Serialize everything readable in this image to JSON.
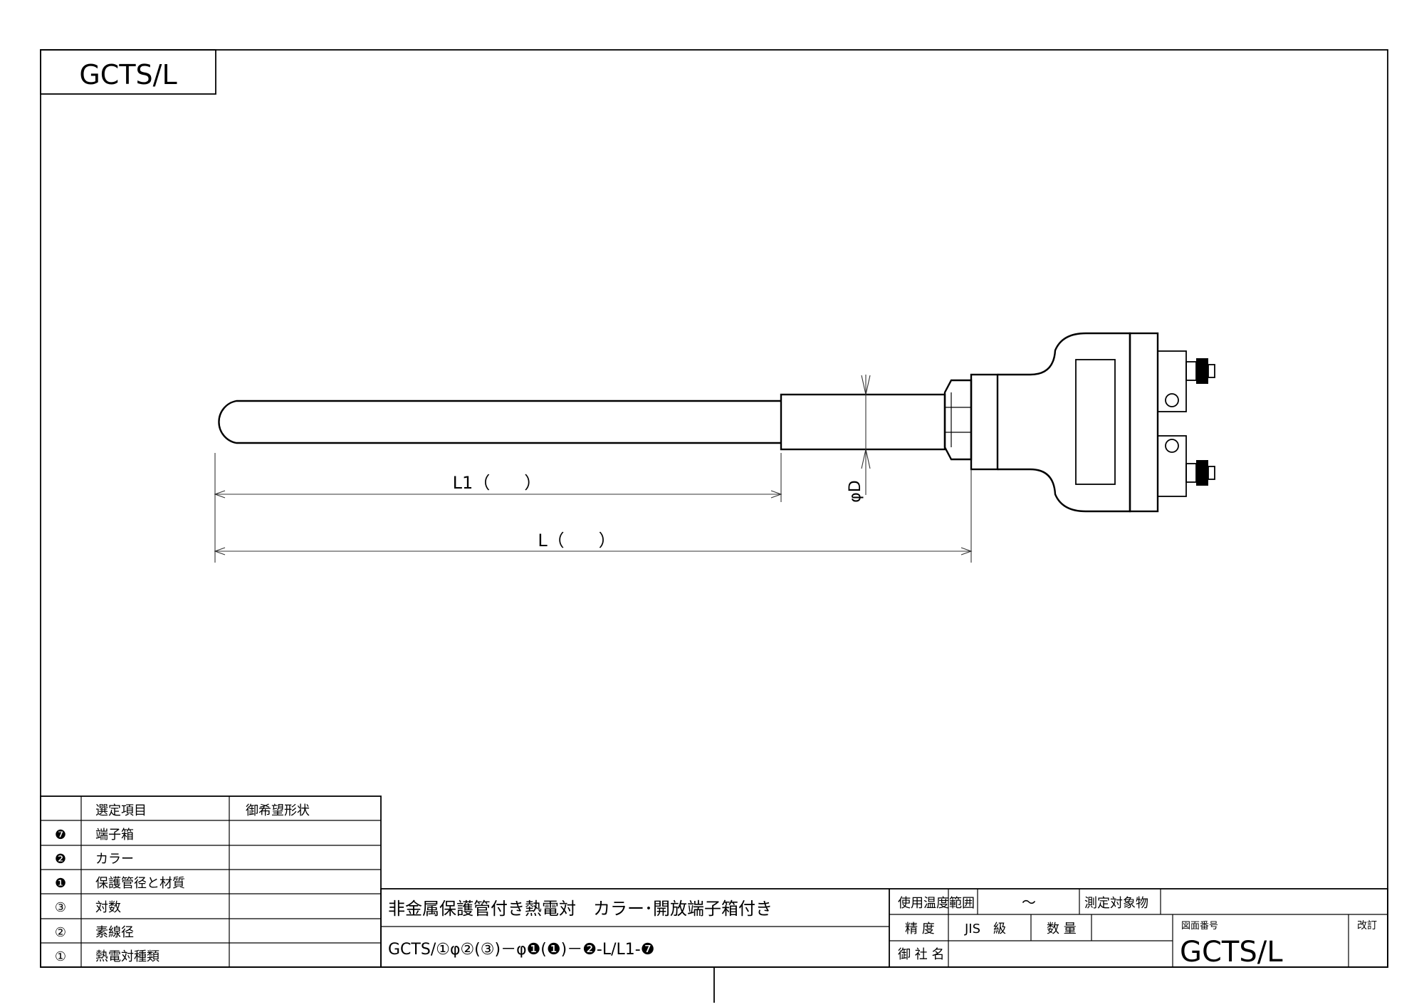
{
  "drawing_code_box": "GCTS/L",
  "dimensions": {
    "l1_label": "L1（　　）",
    "l_label": "L（　　）",
    "diameter_label": "φD"
  },
  "selection_table": {
    "headers": [
      "",
      "選定項目",
      "御希望形状"
    ],
    "rows": [
      {
        "num": "❼",
        "item": "端子箱",
        "value": ""
      },
      {
        "num": "❷",
        "item": "カラー",
        "value": ""
      },
      {
        "num": "❶",
        "item": "保護管径と材質",
        "value": ""
      },
      {
        "num": "③",
        "item": "対数",
        "value": ""
      },
      {
        "num": "②",
        "item": "素線径",
        "value": ""
      },
      {
        "num": "①",
        "item": "熱電対種類",
        "value": ""
      }
    ]
  },
  "title_block": {
    "product_name": "非金属保護管付き熱電対　カラー･開放端子箱付き",
    "model_code": "GCTS/①φ②(③)－φ❶(❶)－❷-L/L1-❼",
    "temp_range_label": "使用温度範囲",
    "temp_range_value": "～",
    "measured_object_label": "測定対象物",
    "accuracy_label": "精 度",
    "accuracy_value": "JIS　級",
    "quantity_label": "数 量",
    "company_label": "御 社 名",
    "drawing_number_label": "図面番号",
    "drawing_number": "GCTS/L",
    "revision_label": "改訂"
  }
}
